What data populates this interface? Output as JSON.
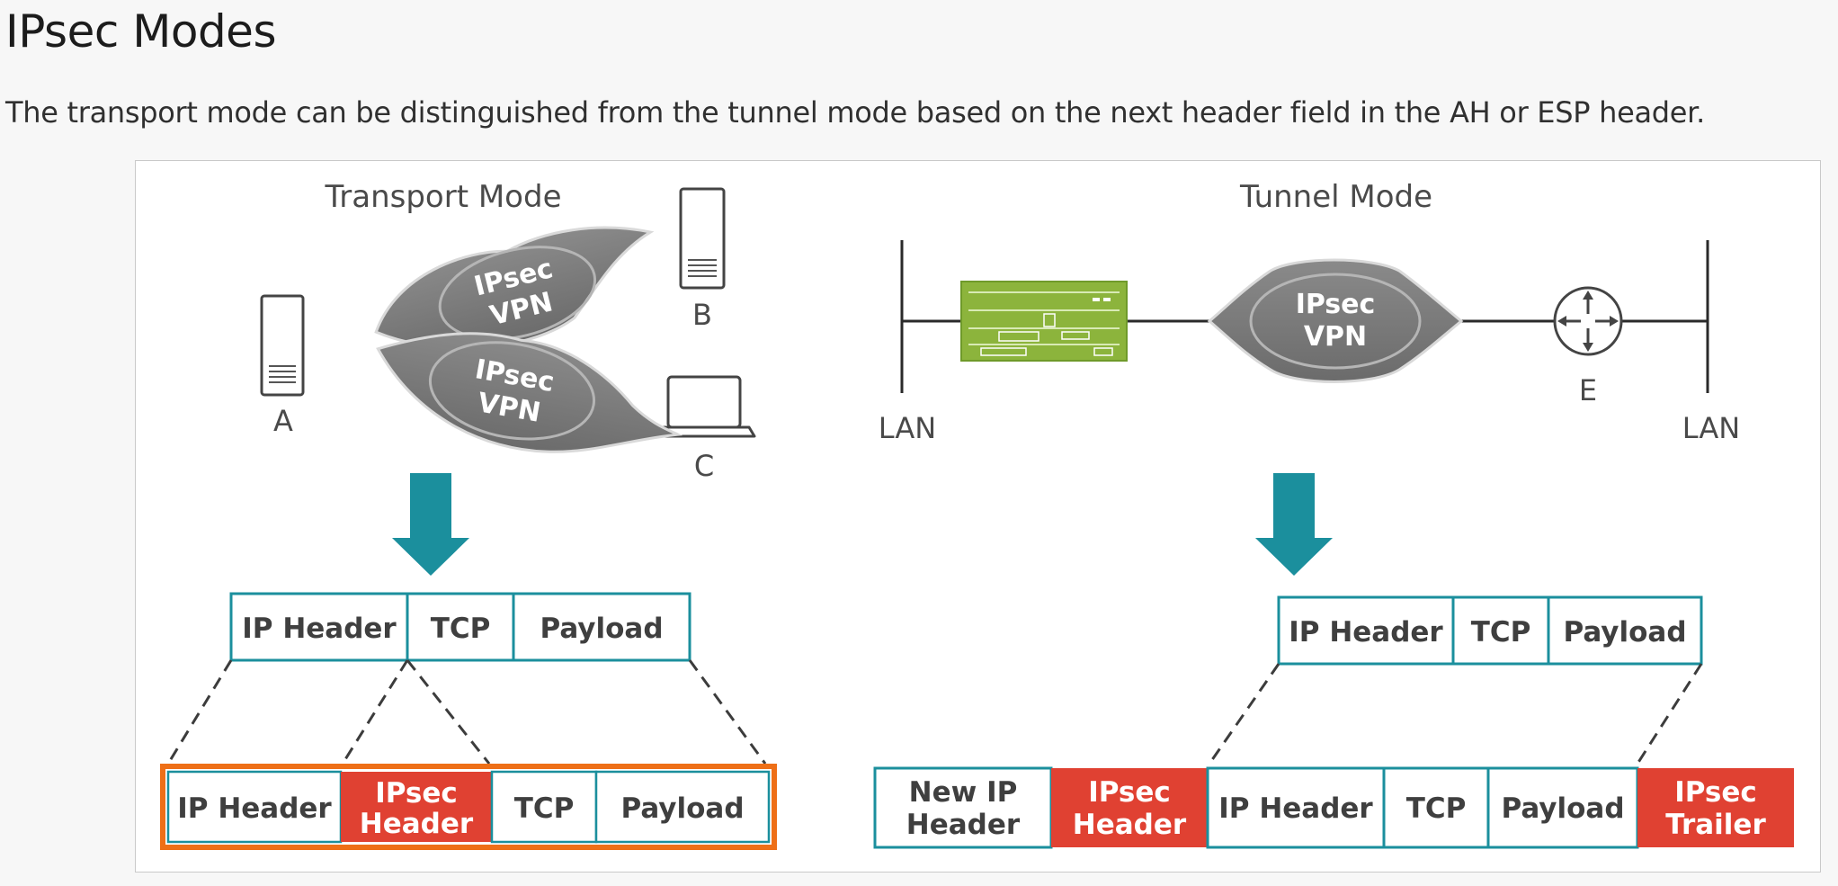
{
  "page": {
    "title": "IPsec Modes",
    "intro": "The transport mode can be distinguished from the tunnel mode based on the next header field in the AH or ESP header."
  },
  "colors": {
    "teal": "#1b8f9d",
    "red": "#e04132",
    "orange": "#ee6f17",
    "green": "#8cb43c",
    "vpn_gray": "#7a7a7a"
  },
  "transport": {
    "title": "Transport Mode",
    "vpn_line1": "IPsec",
    "vpn_line2": "VPN",
    "host_a": "A",
    "host_b": "B",
    "host_c": "C",
    "original_packet": [
      "IP Header",
      "TCP",
      "Payload"
    ],
    "ipsec_packet": [
      {
        "line1": "IP Header",
        "line2": ""
      },
      {
        "line1": "IPsec",
        "line2": "Header"
      },
      {
        "line1": "TCP",
        "line2": ""
      },
      {
        "line1": "Payload",
        "line2": ""
      }
    ]
  },
  "tunnel": {
    "title": "Tunnel Mode",
    "vpn_line1": "IPsec",
    "vpn_line2": "VPN",
    "lan_left": "LAN",
    "lan_right": "LAN",
    "router_label": "E",
    "original_packet": [
      "IP Header",
      "TCP",
      "Payload"
    ],
    "ipsec_packet": [
      {
        "line1": "New IP",
        "line2": "Header"
      },
      {
        "line1": "IPsec",
        "line2": "Header"
      },
      {
        "line1": "IP Header",
        "line2": ""
      },
      {
        "line1": "TCP",
        "line2": ""
      },
      {
        "line1": "Payload",
        "line2": ""
      },
      {
        "line1": "IPsec",
        "line2": "Trailer"
      }
    ]
  }
}
